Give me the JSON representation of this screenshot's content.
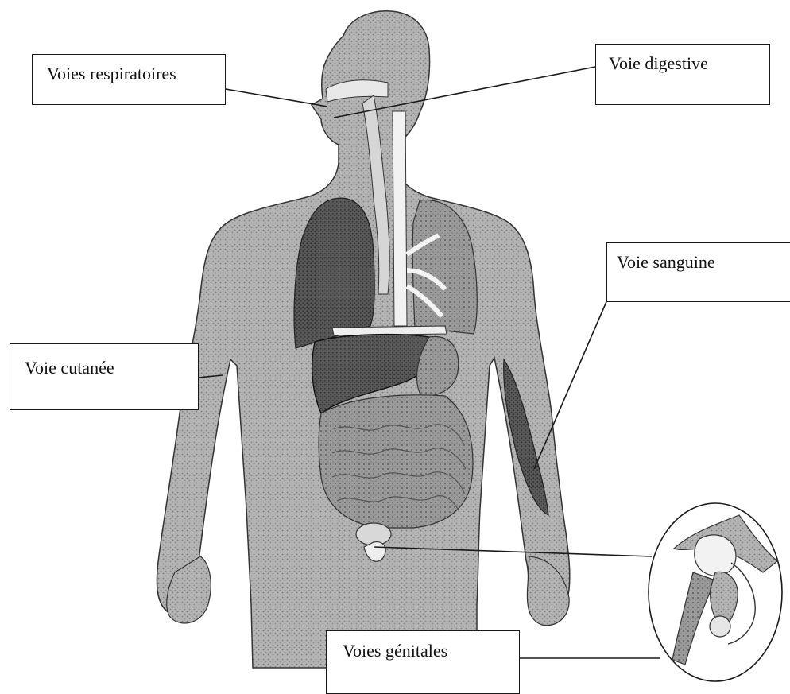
{
  "labels": {
    "respiratory": "Voies respiratoires",
    "digestive": "Voie digestive",
    "blood": "Voie sanguine",
    "skin": "Voie cutanée",
    "genital": "Voies génitales"
  },
  "colors": {
    "body_fill": "#a9a9a9",
    "lung_fill": "#4a4a4a",
    "liver_fill": "#2f2f2f",
    "intestine_fill": "#8c8c8c",
    "line_color": "#1a1a1a"
  }
}
